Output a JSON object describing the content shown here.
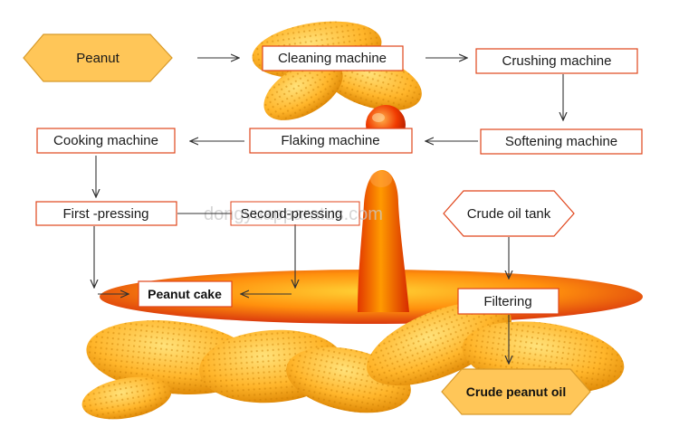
{
  "colors": {
    "box_border": "#e0451b",
    "hex_fill": "#ffc658",
    "hex_border": "#d89a2a",
    "arrow": "#333333",
    "oil_light": "#ffb000",
    "oil_dark": "#e03a00",
    "peanut_light": "#ffd24a",
    "peanut_dark": "#d88a10"
  },
  "nodes": {
    "peanut": "Peanut",
    "cleaning": "Cleaning machine",
    "crushing": "Crushing machine",
    "softening": "Softening machine",
    "flaking": "Flaking machine",
    "cooking": "Cooking machine",
    "first_pressing": "First -pressing",
    "second_pressing": "Second-pressing",
    "crude_oil_tank": "Crude oil tank",
    "peanut_cake": "Peanut cake",
    "filtering": "Filtering",
    "crude_peanut_oil": "Crude peanut oil"
  },
  "watermark": "dongyuapparatus.com"
}
